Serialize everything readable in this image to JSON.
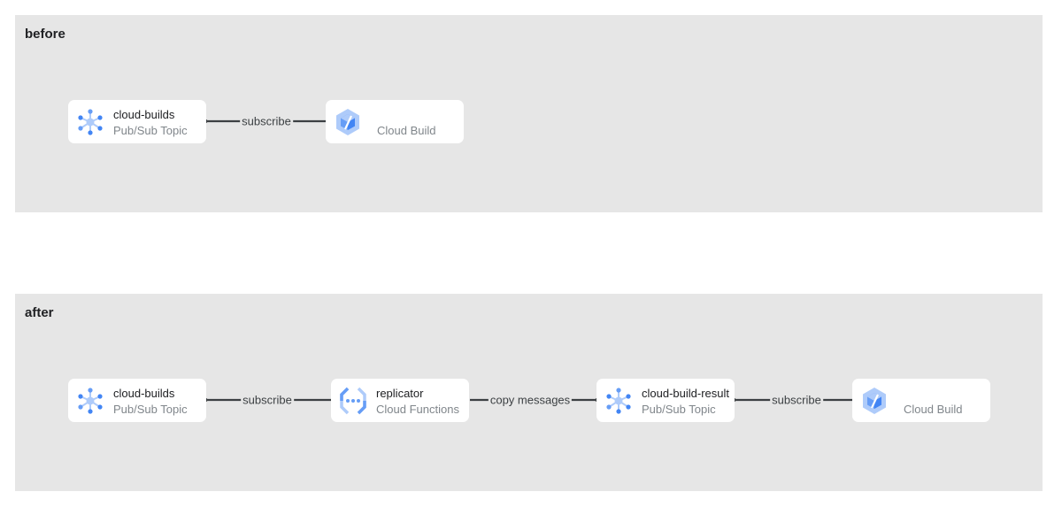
{
  "panels": {
    "before": {
      "title": "before",
      "nodes": {
        "topic": {
          "name": "cloud-builds",
          "type": "Pub/Sub Topic",
          "icon": "pubsub-icon"
        },
        "build": {
          "type": "Cloud Build",
          "icon": "cloud-build-icon"
        }
      },
      "edges": {
        "subscribe": "subscribe"
      }
    },
    "after": {
      "title": "after",
      "nodes": {
        "topic": {
          "name": "cloud-builds",
          "type": "Pub/Sub Topic",
          "icon": "pubsub-icon"
        },
        "replicator": {
          "name": "replicator",
          "type": "Cloud Functions",
          "icon": "cloud-functions-icon"
        },
        "result_topic": {
          "name": "cloud-build-result",
          "type": "Pub/Sub Topic",
          "icon": "pubsub-icon"
        },
        "build": {
          "type": "Cloud Build",
          "icon": "cloud-build-icon"
        }
      },
      "edges": {
        "subscribe_1": "subscribe",
        "copy": "copy messages",
        "subscribe_2": "subscribe"
      }
    }
  },
  "colors": {
    "panel_bg": "#e6e6e6",
    "icon_blue": "#4285f4",
    "icon_light_blue": "#aecbfa",
    "arrow": "#3c4043"
  }
}
